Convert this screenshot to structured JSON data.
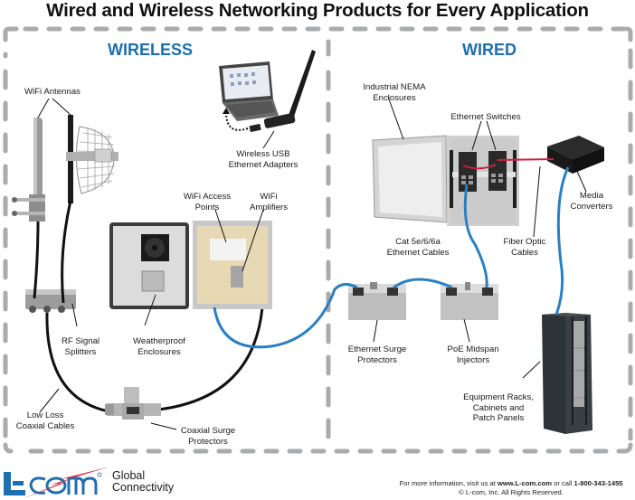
{
  "title": "Wired and Wireless Networking Products for Every Application",
  "sections": {
    "wireless": "WIRELESS",
    "wired": "WIRED"
  },
  "colors": {
    "section_heading": "#1d6fae",
    "dashed_border": "#a9abae",
    "ethernet_cable": "#2c7fc1",
    "fiber_cable": "#d0203f",
    "coax_cable": "#111111",
    "logo_blue": "#1d6fae",
    "logo_red": "#d0203f"
  },
  "labels": {
    "wifi_antennas": "WiFi Antennas",
    "wireless_usb_1": "Wireless USB",
    "wireless_usb_2": "Ethernet Adapters",
    "wifi_access_1": "WiFi Access",
    "wifi_access_2": "Points",
    "wifi_amp_1": "WiFi",
    "wifi_amp_2": "Amplifiers",
    "rf_splitters_1": "RF Signal",
    "rf_splitters_2": "Splitters",
    "weatherproof_1": "Weatherproof",
    "weatherproof_2": "Enclosures",
    "low_loss_1": "Low Loss",
    "low_loss_2": "Coaxial Cables",
    "coax_surge_1": "Coaxial Surge",
    "coax_surge_2": "Protectors",
    "nema_1": "Industrial NEMA",
    "nema_2": "Enclosures",
    "ethernet_switches": "Ethernet Switches",
    "media_conv_1": "Media",
    "media_conv_2": "Converters",
    "cat5_1": "Cat 5e/6/6a",
    "cat5_2": "Ethernet Cables",
    "fiber_1": "Fiber Optic",
    "fiber_2": "Cables",
    "eth_surge_1": "Ethernet Surge",
    "eth_surge_2": "Protectors",
    "poe_1": "PoE Midspan",
    "poe_2": "Injectors",
    "racks_1": "Equipment Racks,",
    "racks_2": "Cabinets and",
    "racks_3": "Patch Panels"
  },
  "footer": {
    "logo_text": "L-com",
    "logo_tagline_1": "Global",
    "logo_tagline_2": "Connectivity",
    "info_prefix": "For more information, visit us at ",
    "website": "www.L-com.com",
    "info_middle": " or call ",
    "phone": "1-800-343-1455",
    "copyright": "© L-com, Inc. All Rights Reserved."
  }
}
